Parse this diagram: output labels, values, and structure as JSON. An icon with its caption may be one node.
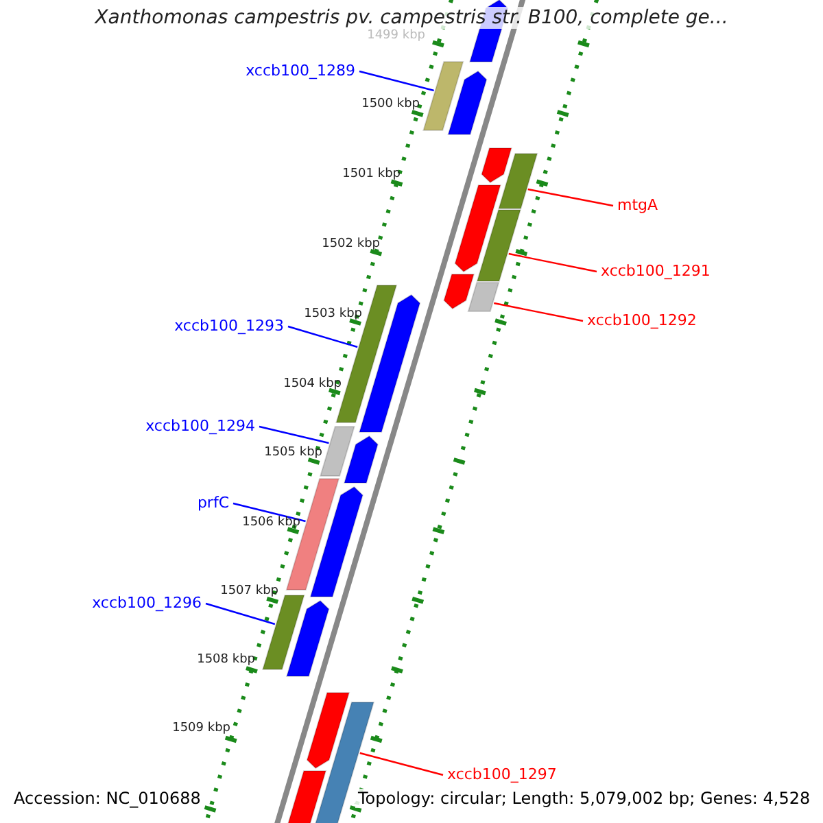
{
  "diagram": {
    "title": "Xanthomonas campestris pv. campestris str. B100, complete ge...",
    "nodes": [
      {
        "text": [
          "xccb100_1289"
        ]
      },
      {
        "text": [],
        "shape": "bar"
      },
      {
        "text": [
          "mtgA"
        ]
      },
      {
        "text": [],
        "shape": "bar"
      },
      {
        "text": [
          "xccb100_1291"
        ]
      },
      {
        "text": [],
        "shape": "bar"
      },
      {
        "text": [
          "xccb100_1292"
        ]
      },
      {
        "text": [],
        "shape": "bar"
      },
      {
        "text": [
          "xccb100_1293"
        ]
      },
      {
        "text": [],
        "shape": "bar"
      },
      {
        "text": [
          "xccb100_1294"
        ]
      },
      {
        "text": [],
        "shape": "bar"
      },
      {
        "text": [
          "prfC"
        ]
      },
      {
        "text": [],
        "shape": "bar"
      },
      {
        "text": [
          "xccb100_1296"
        ]
      },
      {
        "text": [],
        "shape": "bar"
      },
      {
        "text": [
          "xccb100_1297"
        ]
      },
      {
        "text": [],
        "shape": "bar"
      },
      {
        "text": [],
        "shape": "pentagon"
      },
      {
        "text": [],
        "shape": "pentagon"
      },
      {
        "text": [],
        "shape": "pentagon"
      },
      {
        "text": [],
        "shape": "pentagon"
      },
      {
        "text": [],
        "shape": "pentagon"
      },
      {
        "text": [],
        "shape": "pentagon"
      },
      {
        "text": [],
        "shape": "pentagon"
      },
      {
        "text": [],
        "shape": "pentagon"
      },
      {
        "text": [],
        "shape": "pentagon"
      },
      {
        "text": [],
        "shape": "pentagon"
      },
      {
        "text": [],
        "shape": "pentagon"
      }
    ],
    "edges": [
      {
        "from": 0,
        "to": 1,
        "arrow": "none"
      },
      {
        "from": 2,
        "to": 3,
        "arrow": "none",
        "color": "#ff0000"
      },
      {
        "from": 4,
        "to": 5,
        "arrow": "none",
        "color": "#ff0000"
      },
      {
        "from": 6,
        "to": 7,
        "arrow": "none",
        "color": "#ff0000"
      },
      {
        "from": 8,
        "to": 9,
        "arrow": "none"
      },
      {
        "from": 10,
        "to": 11,
        "arrow": "none"
      },
      {
        "from": 12,
        "to": 13,
        "arrow": "none"
      },
      {
        "from": 14,
        "to": 15,
        "arrow": "none"
      },
      {
        "from": 16,
        "to": 17,
        "arrow": "none",
        "color": "#ff0000"
      }
    ],
    "labels": [
      "1499 kbp",
      "1500 kbp",
      "1501 kbp",
      "1502 kbp",
      "1503 kbp",
      "1504 kbp",
      "1505 kbp",
      "1506 kbp",
      "1507 kbp",
      "1508 kbp",
      "1509 kbp",
      "Accession: NC_010688",
      "Topology: circular; Length: 5,079,002 bp; Genes: 4,528"
    ]
  }
}
